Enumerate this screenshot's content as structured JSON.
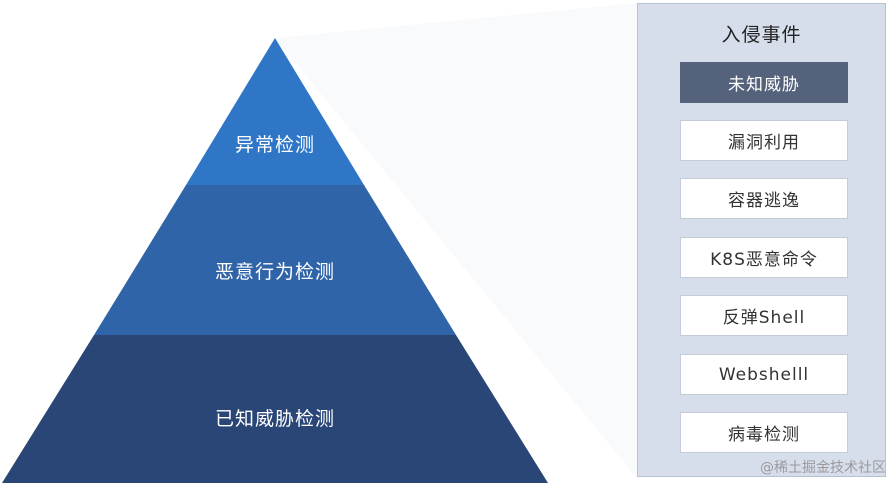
{
  "pyramid": {
    "tiers": [
      {
        "label": "异常检测",
        "color": "#2f77c6"
      },
      {
        "label": "恶意行为检测",
        "color": "#3064a8"
      },
      {
        "label": "已知威胁检测",
        "color": "#2a4677"
      }
    ]
  },
  "panel": {
    "title": "入侵事件",
    "background": "#d7deeb",
    "items": [
      {
        "label": "未知威胁",
        "active": true
      },
      {
        "label": "漏洞利用",
        "active": false
      },
      {
        "label": "容器逃逸",
        "active": false
      },
      {
        "label": "K8S恶意命令",
        "active": false
      },
      {
        "label": "反弹Shell",
        "active": false
      },
      {
        "label": "Webshelll",
        "active": false
      },
      {
        "label": "病毒检测",
        "active": false
      }
    ]
  },
  "watermark": "@稀土掘金技术社区"
}
